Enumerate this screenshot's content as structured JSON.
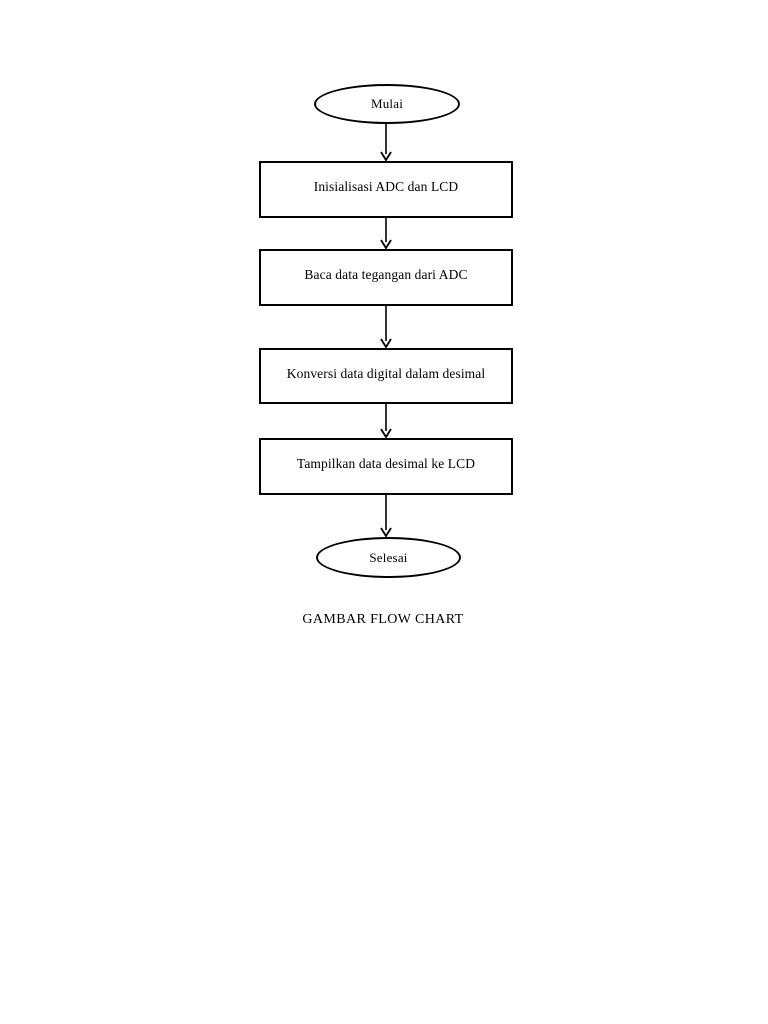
{
  "chart_data": {
    "type": "diagram",
    "diagram_type": "flowchart",
    "title": "GAMBAR FLOW CHART",
    "orientation": "top-to-bottom",
    "background_color": "#ffffff",
    "stroke_color": "#000000",
    "fill_color": "#ffffff",
    "nodes": [
      {
        "id": "start",
        "shape": "oval",
        "label": "Mulai"
      },
      {
        "id": "step1",
        "shape": "rectangle",
        "label": "Inisialisasi ADC dan LCD"
      },
      {
        "id": "step2",
        "shape": "rectangle",
        "label": "Baca data tegangan dari ADC"
      },
      {
        "id": "step3",
        "shape": "rectangle",
        "label": "Konversi data digital dalam desimal"
      },
      {
        "id": "step4",
        "shape": "rectangle",
        "label": "Tampilkan data desimal ke LCD"
      },
      {
        "id": "end",
        "shape": "oval",
        "label": "Selesai"
      }
    ],
    "edges": [
      {
        "from": "start",
        "to": "step1",
        "label": "",
        "arrow": "down"
      },
      {
        "from": "step1",
        "to": "step2",
        "label": "",
        "arrow": "down"
      },
      {
        "from": "step2",
        "to": "step3",
        "label": "",
        "arrow": "down"
      },
      {
        "from": "step3",
        "to": "step4",
        "label": "",
        "arrow": "down"
      },
      {
        "from": "step4",
        "to": "end",
        "label": "",
        "arrow": "down"
      }
    ]
  },
  "flowchart": {
    "caption": "GAMBAR FLOW CHART",
    "nodes": {
      "start": "Mulai",
      "step1": "Inisialisasi ADC dan LCD",
      "step2": "Baca data tegangan dari ADC",
      "step3": "Konversi data digital dalam desimal",
      "step4": "Tampilkan data desimal ke LCD",
      "end": "Selesai"
    }
  }
}
